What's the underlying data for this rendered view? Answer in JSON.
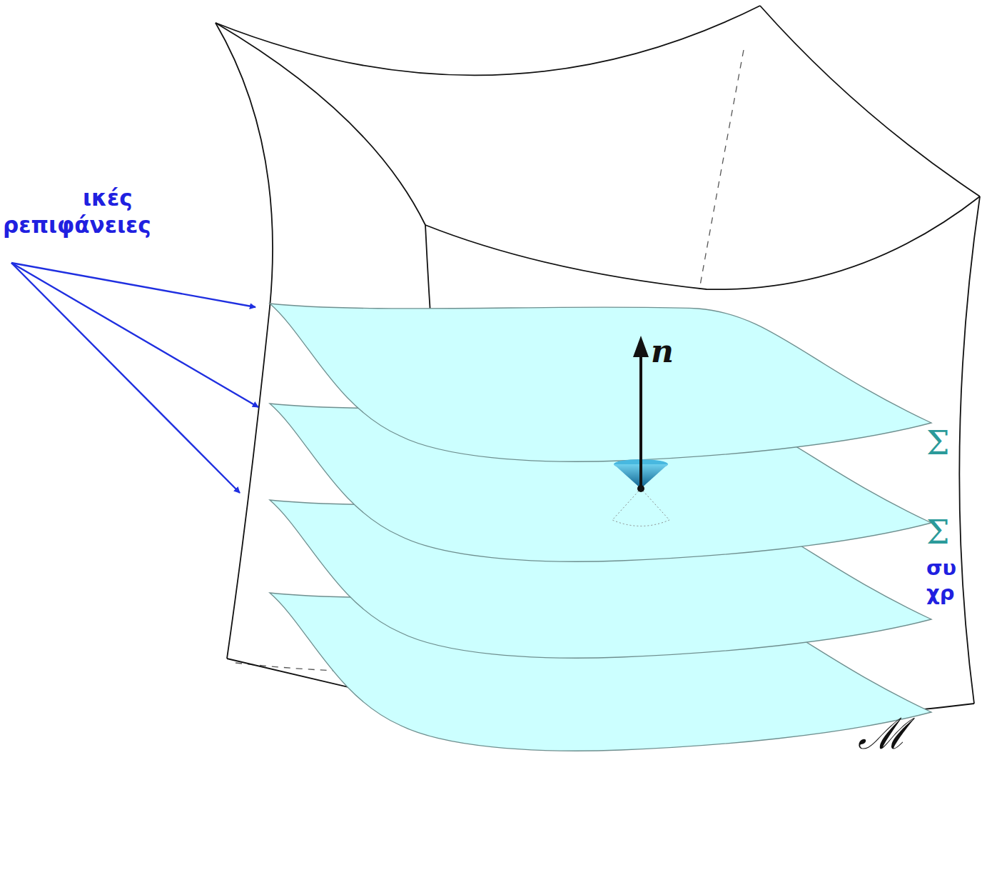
{
  "diagram": {
    "labels": [
      "ικές ρεπιφάνειες",
      "n",
      "Σ",
      "Σ",
      "συ χρ",
      "ℳ"
    ]
  }
}
